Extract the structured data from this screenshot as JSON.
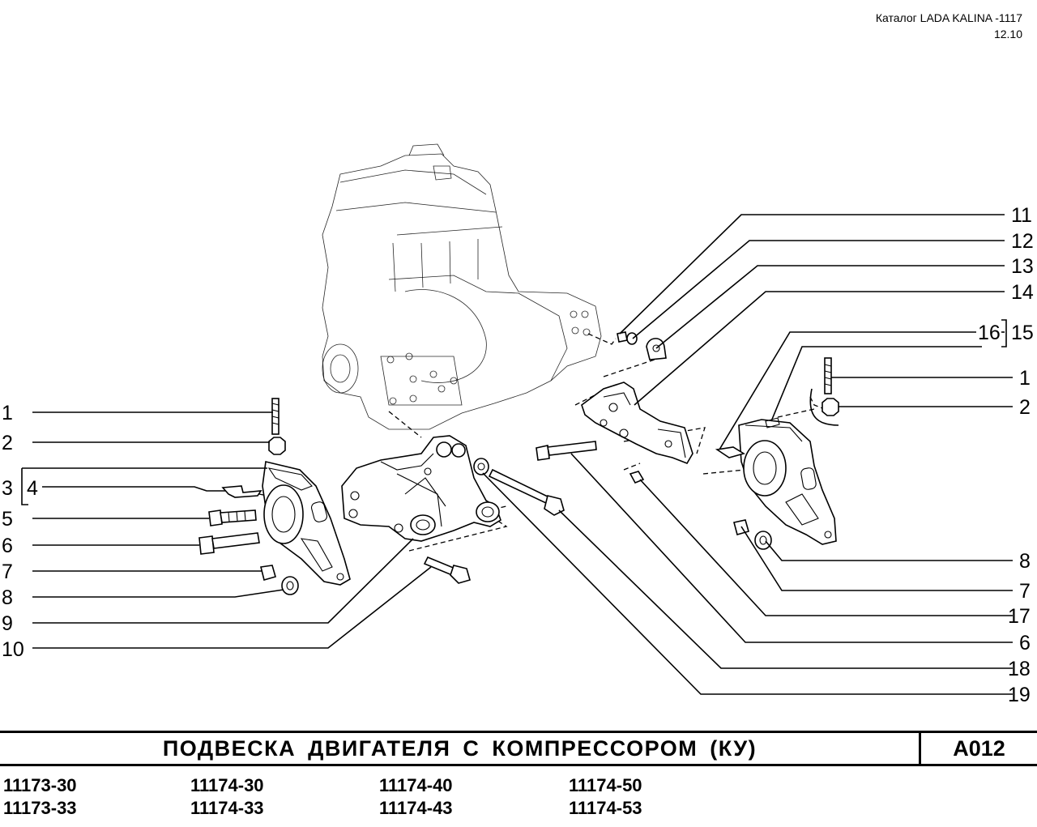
{
  "header": {
    "catalog": "Каталог LADA KALINA -1117",
    "date": "12.10"
  },
  "callouts": {
    "left": [
      "1",
      "2",
      "3",
      "4",
      "5",
      "6",
      "7",
      "8",
      "9",
      "10"
    ],
    "right": [
      "11",
      "12",
      "13",
      "14",
      "16",
      "15",
      "1",
      "2",
      "8",
      "7",
      "17",
      "6",
      "18",
      "19"
    ]
  },
  "title": {
    "text": "ПОДВЕСКА ДВИГАТЕЛЯ С КОМПРЕССОРОМ (КУ)",
    "code": "А012"
  },
  "models": {
    "col1": [
      "11173-30",
      "11173-33"
    ],
    "col2": [
      "11174-30",
      "11174-33"
    ],
    "col3": [
      "11174-40",
      "11174-43"
    ],
    "col4": [
      "11174-50",
      "11174-53"
    ]
  }
}
